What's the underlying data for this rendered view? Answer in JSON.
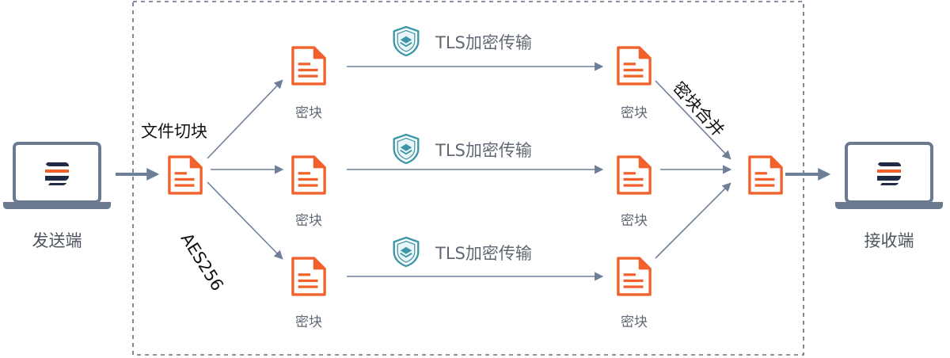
{
  "sender": {
    "label": "发送端",
    "icon": "laptop-icon"
  },
  "receiver": {
    "label": "接收端",
    "icon": "laptop-icon"
  },
  "split_label": "文件切块",
  "encryption_label": "AES256",
  "merge_label": "密块合并",
  "transfers": [
    {
      "label": "TLS加密传输",
      "icon": "shield-icon"
    },
    {
      "label": "TLS加密传输",
      "icon": "shield-icon"
    },
    {
      "label": "TLS加密传输",
      "icon": "shield-icon"
    }
  ],
  "left_blocks": [
    {
      "label": "密块"
    },
    {
      "label": "密块"
    },
    {
      "label": "密块"
    }
  ],
  "right_blocks": [
    {
      "label": "密块"
    },
    {
      "label": "密块"
    },
    {
      "label": "密块"
    }
  ],
  "colors": {
    "accent_orange": "#f0612c",
    "arrow": "#6e7f99",
    "border_dash": "#5f6b82",
    "laptop": "#6b7a8f",
    "shield": "#3b96a8",
    "logo_dark": "#1f2a44"
  }
}
